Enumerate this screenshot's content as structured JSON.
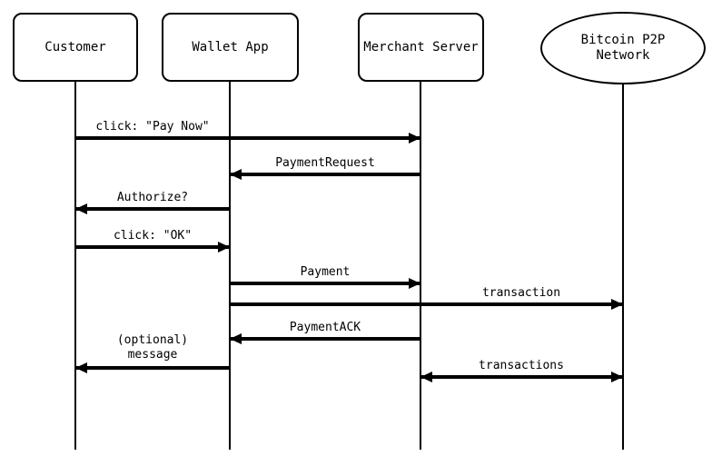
{
  "colors": {
    "stroke": "#000000",
    "background": "#ffffff"
  },
  "actors": [
    {
      "label": "Customer",
      "shape": "rounded-rect"
    },
    {
      "label": "Wallet App",
      "shape": "rounded-rect"
    },
    {
      "label": "Merchant Server",
      "shape": "rounded-rect"
    },
    {
      "line1": "Bitcoin P2P",
      "line2": "Network",
      "shape": "ellipse"
    }
  ],
  "messages": [
    {
      "label": "click: \"Pay Now\"",
      "from": "Customer",
      "to": "Merchant Server",
      "direction": "right"
    },
    {
      "label": "PaymentRequest",
      "from": "Merchant Server",
      "to": "Wallet App",
      "direction": "left"
    },
    {
      "label": "Authorize?",
      "from": "Wallet App",
      "to": "Customer",
      "direction": "left"
    },
    {
      "label": "click: \"OK\"",
      "from": "Customer",
      "to": "Wallet App",
      "direction": "right"
    },
    {
      "label": "Payment",
      "from": "Wallet App",
      "to": "Merchant Server",
      "direction": "right"
    },
    {
      "label": "transaction",
      "from": "Wallet App",
      "to": "Bitcoin P2P Network",
      "direction": "right"
    },
    {
      "label": "PaymentACK",
      "from": "Merchant Server",
      "to": "Wallet App",
      "direction": "left"
    },
    {
      "line1": "(optional)",
      "line2": "message",
      "from": "Wallet App",
      "to": "Customer",
      "direction": "left"
    },
    {
      "label": "transactions",
      "from": "Merchant Server",
      "to": "Bitcoin P2P Network",
      "direction": "both"
    }
  ]
}
